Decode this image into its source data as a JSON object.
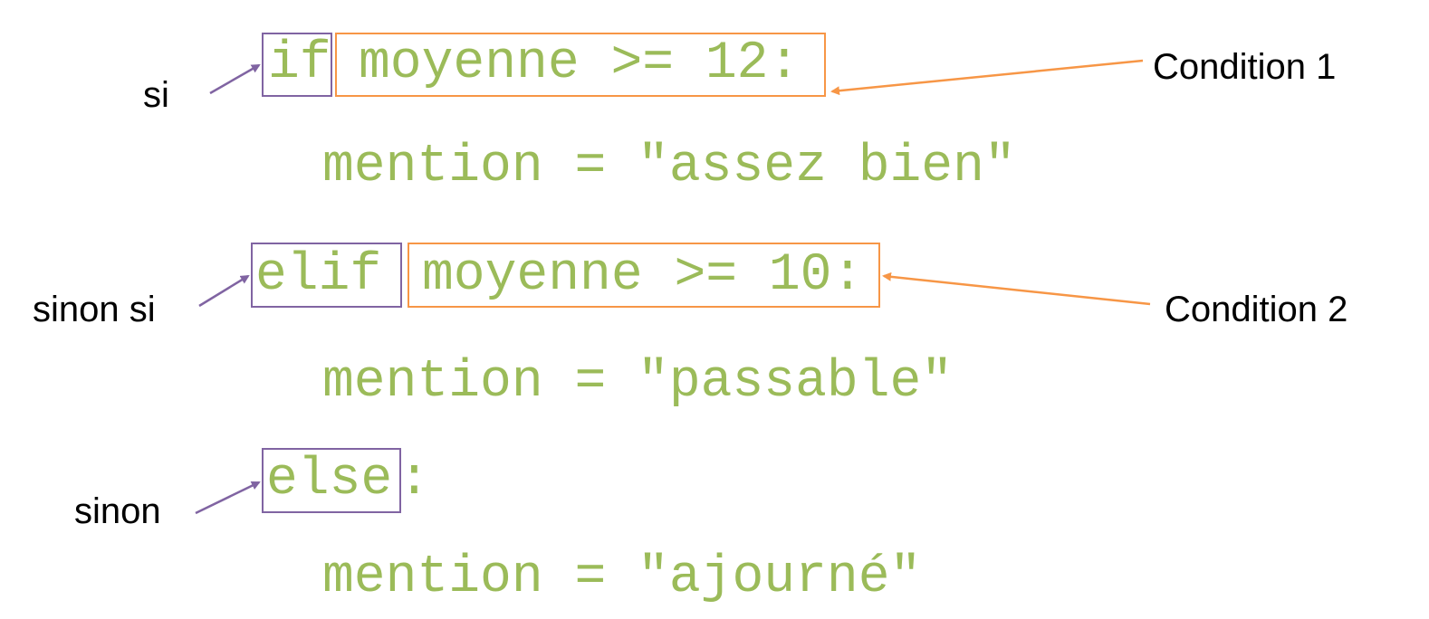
{
  "colors": {
    "code": "#9bbb59",
    "keyword_box": "#8064a2",
    "condition_box": "#f79646",
    "label": "#000000",
    "background": "#ffffff"
  },
  "code": {
    "if_keyword": "if",
    "if_condition": "moyenne >= 12:",
    "line2": "mention = \"assez bien\"",
    "elif_keyword": "elif",
    "elif_condition": "moyenne >= 10:",
    "line4": "mention = \"passable\"",
    "else_keyword": "else",
    "else_colon": ":",
    "line6": "mention = \"ajourné\""
  },
  "labels": {
    "si": "si",
    "sinon_si": "sinon si",
    "sinon": "sinon",
    "condition1": "Condition 1",
    "condition2": "Condition 2"
  }
}
